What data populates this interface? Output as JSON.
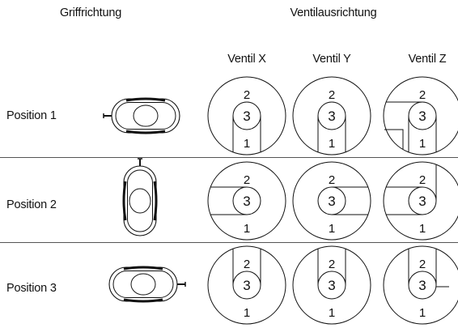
{
  "headers": {
    "grip_direction": "Griffrichtung",
    "valve_alignment": "Ventilausrichtung"
  },
  "columns": [
    "Ventil X",
    "Ventil Y",
    "Ventil Z"
  ],
  "rows": [
    {
      "label": "Position 1",
      "grip": "handle-left"
    },
    {
      "label": "Position 2",
      "grip": "handle-up"
    },
    {
      "label": "Position 3",
      "grip": "handle-right"
    }
  ],
  "port_labels": {
    "top": "2",
    "center": "3",
    "bottom": "1"
  }
}
